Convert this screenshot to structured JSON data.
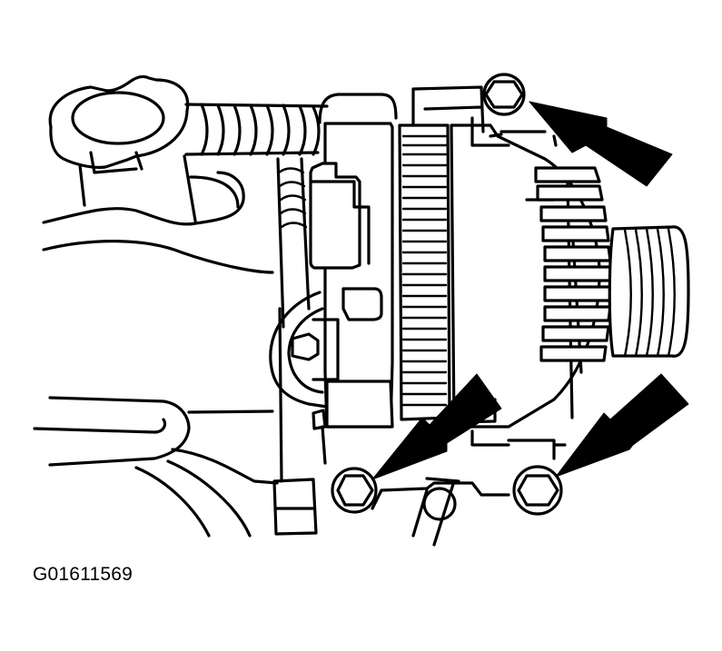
{
  "figure": {
    "id_label": "G01611569",
    "subject": "alternator",
    "callouts": [
      {
        "name": "arrow-upper-bolt",
        "target": "upper-mounting-bolt"
      },
      {
        "name": "arrow-lower-left-bolt",
        "target": "lower-left-mounting-bolt"
      },
      {
        "name": "arrow-lower-right-bolt",
        "target": "lower-right-mounting-bolt"
      }
    ],
    "colors": {
      "line": "#000000",
      "background": "#ffffff"
    }
  }
}
